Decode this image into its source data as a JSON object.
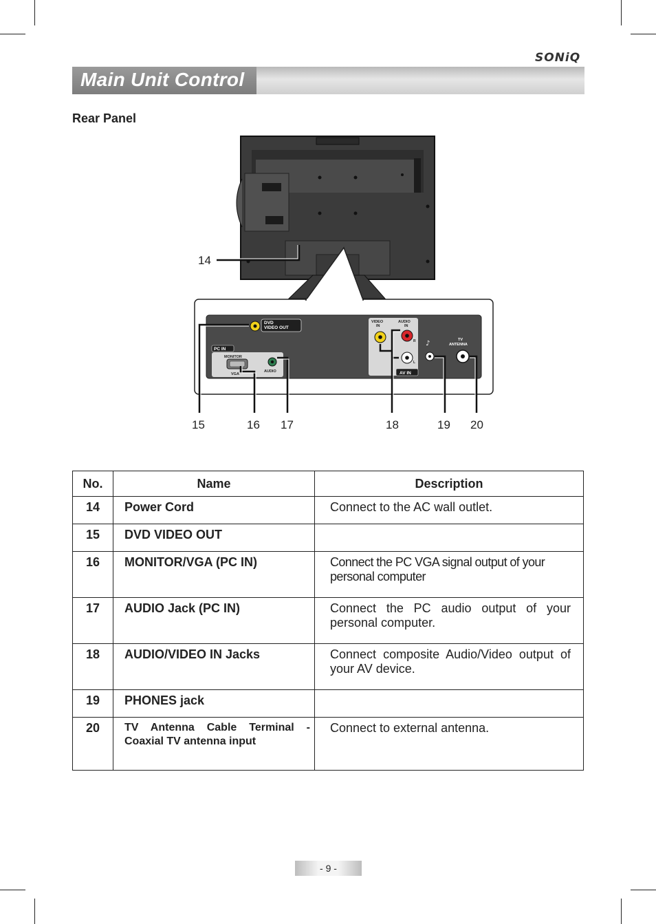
{
  "brand": "SONiQ",
  "header": {
    "title": "Main Unit Control"
  },
  "section_title": "Rear Panel",
  "diagram": {
    "callouts": [
      "14",
      "15",
      "16",
      "17",
      "18",
      "19",
      "20"
    ],
    "port_labels": {
      "dvd_video_out": "DVD VIDEO OUT",
      "pc_in": "PC IN",
      "monitor": "MONITOR",
      "vga": "VGA",
      "audio": "AUDIO",
      "video_in": "VIDEO IN",
      "audio_in": "AUDIO IN",
      "r": "R",
      "l": "L",
      "av_in": "AV IN",
      "tv_antenna": "TV ANTENNA"
    },
    "colors": {
      "yellow_jack": "#f2d21b",
      "red_jack": "#d8262b",
      "green_jack": "#2e7d4f",
      "panel": "#4a4a4a"
    }
  },
  "table": {
    "headers": [
      "No.",
      "Name",
      "Description"
    ],
    "rows": [
      {
        "no": "14",
        "name": "Power Cord",
        "desc": "Connect to the AC wall outlet."
      },
      {
        "no": "15",
        "name": "DVD VIDEO OUT",
        "desc": ""
      },
      {
        "no": "16",
        "name": "MONITOR/VGA (PC IN)",
        "desc": "Connect the PC VGA signal output of your personal computer"
      },
      {
        "no": "17",
        "name": "AUDIO Jack (PC IN)",
        "desc": "Connect the PC audio output of your personal computer."
      },
      {
        "no": "18",
        "name": "AUDIO/VIDEO IN Jacks",
        "desc": "Connect composite Audio/Video output of your AV device."
      },
      {
        "no": "19",
        "name": "PHONES jack",
        "desc": ""
      },
      {
        "no": "20",
        "name": "TV Antenna Cable Terminal - Coaxial TV antenna input",
        "desc": "Connect to external antenna."
      }
    ]
  },
  "page_number": "- 9 -"
}
